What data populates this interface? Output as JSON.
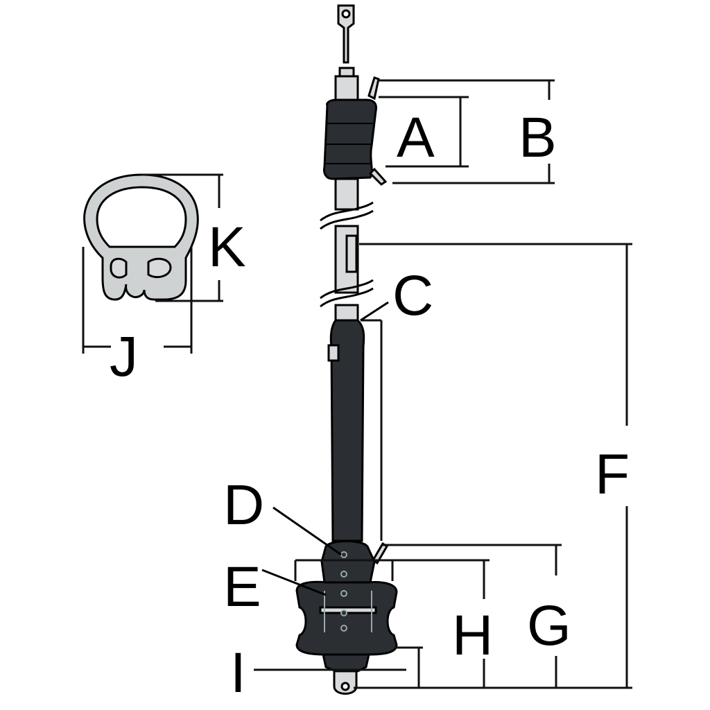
{
  "diagram": {
    "labels": {
      "A": "A",
      "B": "B",
      "C": "C",
      "D": "D",
      "E": "E",
      "F": "F",
      "G": "G",
      "H": "H",
      "I": "I",
      "J": "J",
      "K": "K"
    },
    "colors": {
      "dark_part": "#2b2e33",
      "metal_part": "#d8dadb",
      "line": "#111111",
      "background": "#ffffff"
    }
  }
}
